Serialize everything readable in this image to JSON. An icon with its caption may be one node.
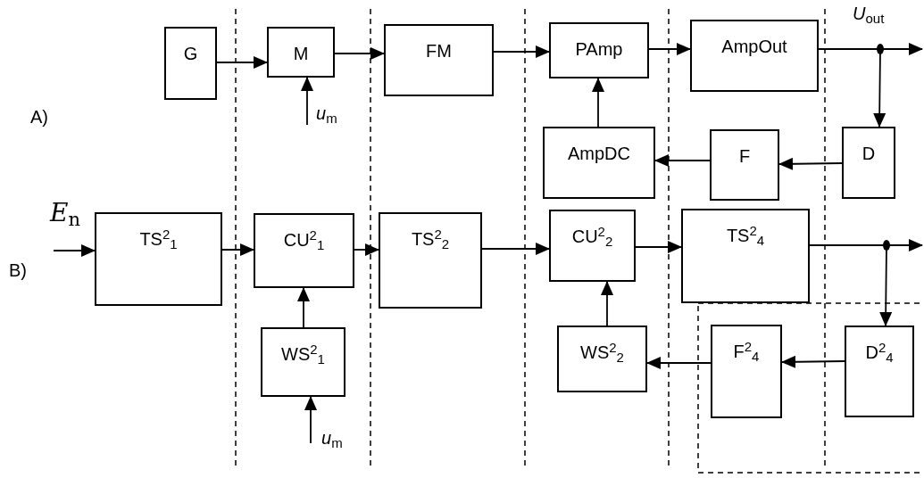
{
  "diagram": {
    "nodes": [
      {
        "text": [
          "G"
        ]
      },
      {
        "text": [
          "M"
        ]
      },
      {
        "text": [
          "FM"
        ]
      },
      {
        "text": [
          "PAmp"
        ]
      },
      {
        "text": [
          "AmpOut"
        ]
      },
      {
        "text": [
          "AmpDC"
        ]
      },
      {
        "text": [
          "F"
        ]
      },
      {
        "text": [
          "D"
        ]
      },
      {
        "text": [
          "TS$^{2}$$_{1}$"
        ]
      },
      {
        "text": [
          "CU$^{2}$$_{1}$"
        ]
      },
      {
        "text": [
          "TS$^{2}$$_{2}$"
        ]
      },
      {
        "text": [
          "CU$^{2}$$_{2}$"
        ]
      },
      {
        "text": [
          "TS$^{2}$$_{4}$"
        ]
      },
      {
        "text": [
          "WS$^{2}$$_{1}$"
        ]
      },
      {
        "text": [
          "WS$^{2}$$_{2}$"
        ]
      },
      {
        "text": [
          "F$^{2}$$_{4}$"
        ]
      },
      {
        "text": [
          "D$^{2}$$_{4}$"
        ]
      }
    ],
    "edges": [
      {
        "from": 0,
        "to": 1,
        "arrow": "to"
      },
      {
        "from": 1,
        "to": 2,
        "arrow": "to"
      },
      {
        "from": 2,
        "to": 3,
        "arrow": "to"
      },
      {
        "from": 3,
        "to": 4,
        "arrow": "to"
      },
      {
        "from": 4,
        "to": null,
        "arrow": "to",
        "label": "*U*$_{out}$"
      },
      {
        "from": 4,
        "to": 7,
        "arrow": "to"
      },
      {
        "from": 7,
        "to": 6,
        "arrow": "to"
      },
      {
        "from": 6,
        "to": 5,
        "arrow": "to"
      },
      {
        "from": 5,
        "to": 3,
        "arrow": "to"
      },
      {
        "from": null,
        "to": 1,
        "arrow": "to",
        "label": "*u*$_{m}$"
      },
      {
        "from": null,
        "to": 8,
        "arrow": "to",
        "label": "*E*$_{n}$"
      },
      {
        "from": 8,
        "to": 9,
        "arrow": "to"
      },
      {
        "from": 9,
        "to": 10,
        "arrow": "to"
      },
      {
        "from": 10,
        "to": 11,
        "arrow": "to"
      },
      {
        "from": 11,
        "to": 12,
        "arrow": "to"
      },
      {
        "from": 12,
        "to": null,
        "arrow": "to"
      },
      {
        "from": 12,
        "to": 16,
        "arrow": "to"
      },
      {
        "from": 16,
        "to": 15,
        "arrow": "to"
      },
      {
        "from": 15,
        "to": 14,
        "arrow": "to"
      },
      {
        "from": 14,
        "to": 11,
        "arrow": "to"
      },
      {
        "from": 13,
        "to": 9,
        "arrow": "to"
      },
      {
        "from": null,
        "to": 13,
        "arrow": "to",
        "label": "*u*$_{m}$"
      }
    ],
    "labels": [
      "A)",
      "B)"
    ]
  }
}
